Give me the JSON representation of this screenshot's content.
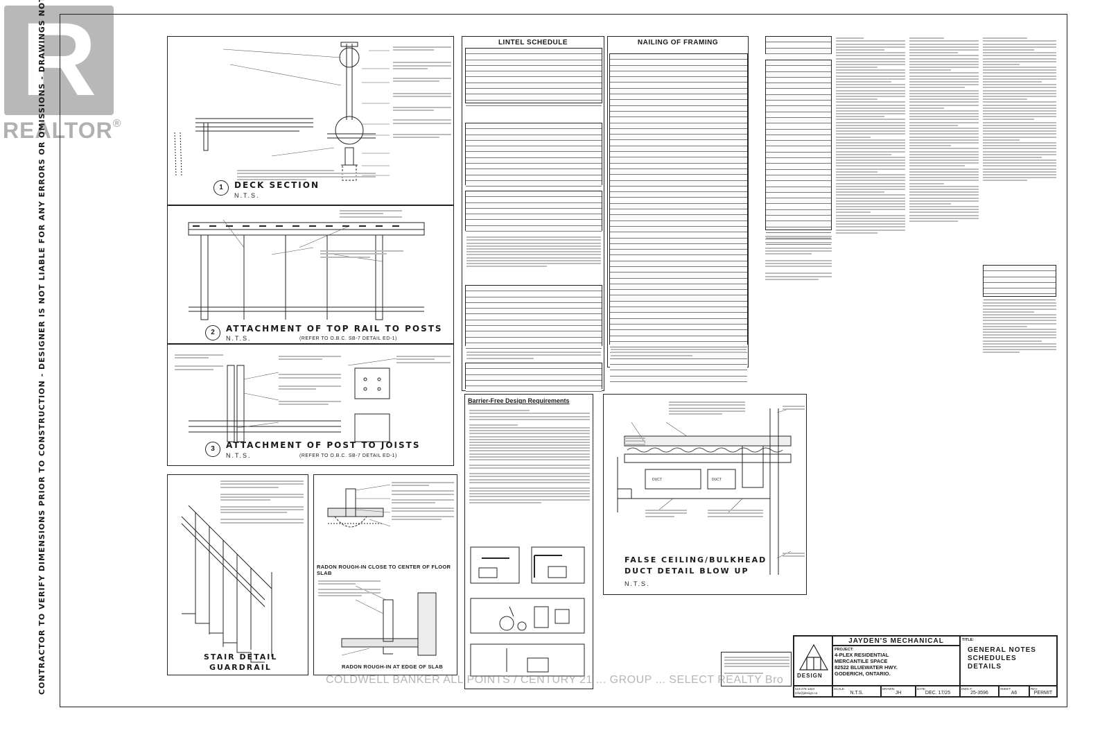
{
  "watermark": {
    "logo_letter": "R",
    "brand": "REALTOR",
    "registered": "®"
  },
  "margin_left_note": "CONTRACTOR TO VERIFY DIMENSIONS PRIOR TO CONSTRUCTION  -  DESIGNER IS NOT LIABLE FOR ANY ERRORS OR OMISSIONS  -  DRAWINGS NOT TO BE SCALED",
  "details": {
    "d1": {
      "num": "1",
      "title": "DECK SECTION",
      "scale": "N.T.S."
    },
    "d2": {
      "num": "2",
      "title": "ATTACHMENT OF TOP RAIL TO POSTS",
      "scale": "N.T.S.",
      "ref": "(REFER TO O.B.C. SB-7 DETAIL ED-1)"
    },
    "d3": {
      "num": "3",
      "title": "ATTACHMENT OF POST TO JOISTS",
      "scale": "N.T.S.",
      "ref": "(REFER TO O.B.C. SB-7 DETAIL ED-1)"
    },
    "stair": {
      "title1": "STAIR DETAIL",
      "title2": "GUARDRAIL"
    },
    "radon1": {
      "title": "RADON ROUGH-IN CLOSE TO CENTER OF FLOOR SLAB"
    },
    "radon2": {
      "title": "RADON ROUGH-IN AT EDGE OF SLAB"
    },
    "bulkhead": {
      "title1": "FALSE CEILING/BULKHEAD",
      "title2": "DUCT DETAIL BLOW UP",
      "scale": "N.T.S."
    }
  },
  "schedules": {
    "lintel": {
      "title": "LINTEL SCHEDULE"
    },
    "nailing": {
      "title": "NAILING OF FRAMING"
    },
    "barrier": {
      "title": "Barrier-Free Design Requirements"
    }
  },
  "title_block": {
    "company": "JAYDEN'S MECHANICAL",
    "project_label": "PROJECT:",
    "project_lines": [
      "4-PLEX RESIDENTIAL",
      "MERCANTILE SPACE",
      "82522 BLUEWATER HWY.",
      "GODERICH, ONTARIO."
    ],
    "title_label": "TITLE:",
    "title_lines": [
      "GENERAL NOTES",
      "SCHEDULES",
      "DETAILS"
    ],
    "logo_text": "DESIGN",
    "contact": [
      "519-276-1324",
      "info@jdesign.ca"
    ],
    "scale_label": "SCALE:",
    "scale": "N.T.S.",
    "drawn_label": "DRAWN:",
    "drawn": "JH",
    "date_label": "DATE:",
    "date": "DEC. 17/25",
    "dwg_label": "DWG #:",
    "dwg": "25-3596",
    "sheet_label": "SHEET:",
    "sheet": "A6",
    "rev_label": "REV:",
    "rev": "PERMIT"
  },
  "overlay_text": "COLDWELL BANKER ALL POINTS / CENTURY 21 ... GROUP ... SELECT REALTY Brokerage"
}
